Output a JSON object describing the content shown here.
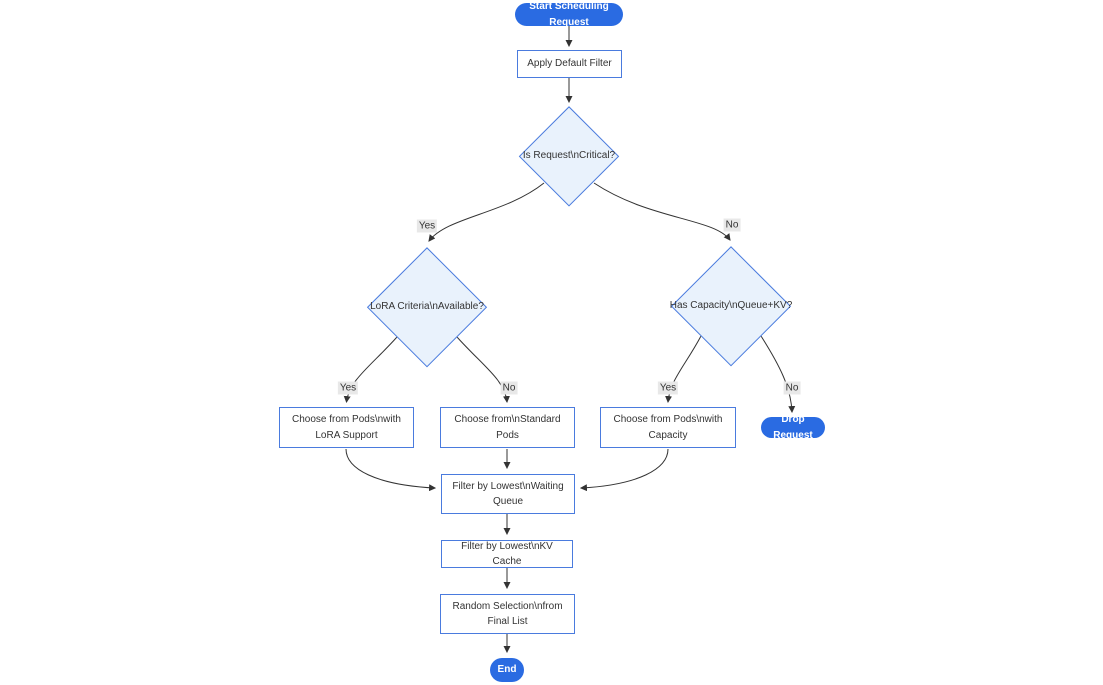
{
  "diagram": {
    "type": "flowchart",
    "direction": "top-down",
    "colors": {
      "terminal_fill": "#2A6BE2",
      "terminal_text": "#ffffff",
      "process_fill": "#ffffff",
      "process_border": "#4A7BDE",
      "decision_fill": "#E9F2FC",
      "decision_border": "#4A7BDE",
      "edge": "#333333",
      "edge_label_bg": "#e8e8e8",
      "text": "#333333",
      "background": "#ffffff"
    },
    "nodes": {
      "start": {
        "label": "Start Scheduling Request",
        "shape": "stadium"
      },
      "apply_default_filter": {
        "label": "Apply Default Filter",
        "shape": "process"
      },
      "is_critical": {
        "label": "Is Request\\nCritical?",
        "shape": "decision"
      },
      "lora_criteria": {
        "label": "LoRA Criteria\\nAvailable?",
        "shape": "decision"
      },
      "has_capacity": {
        "label": "Has Capacity\\nQueue+KV?",
        "shape": "decision"
      },
      "choose_lora_pods": {
        "label": "Choose from Pods\\nwith LoRA Support",
        "shape": "process"
      },
      "choose_standard_pods": {
        "label": "Choose from\\nStandard Pods",
        "shape": "process"
      },
      "choose_capacity_pods": {
        "label": "Choose from Pods\\nwith Capacity",
        "shape": "process"
      },
      "drop_request": {
        "label": "Drop Request",
        "shape": "stadium"
      },
      "filter_waiting_queue": {
        "label": "Filter by Lowest\\nWaiting Queue",
        "shape": "process"
      },
      "filter_kv_cache": {
        "label": "Filter by Lowest\\nKV Cache",
        "shape": "process"
      },
      "random_selection": {
        "label": "Random Selection\\nfrom Final List",
        "shape": "process"
      },
      "end": {
        "label": "End",
        "shape": "stadium"
      }
    },
    "edges": [
      {
        "from": "start",
        "to": "apply_default_filter",
        "label": ""
      },
      {
        "from": "apply_default_filter",
        "to": "is_critical",
        "label": ""
      },
      {
        "from": "is_critical",
        "to": "lora_criteria",
        "label": "Yes"
      },
      {
        "from": "is_critical",
        "to": "has_capacity",
        "label": "No"
      },
      {
        "from": "lora_criteria",
        "to": "choose_lora_pods",
        "label": "Yes"
      },
      {
        "from": "lora_criteria",
        "to": "choose_standard_pods",
        "label": "No"
      },
      {
        "from": "has_capacity",
        "to": "choose_capacity_pods",
        "label": "Yes"
      },
      {
        "from": "has_capacity",
        "to": "drop_request",
        "label": "No"
      },
      {
        "from": "choose_lora_pods",
        "to": "filter_waiting_queue",
        "label": ""
      },
      {
        "from": "choose_standard_pods",
        "to": "filter_waiting_queue",
        "label": ""
      },
      {
        "from": "choose_capacity_pods",
        "to": "filter_waiting_queue",
        "label": ""
      },
      {
        "from": "filter_waiting_queue",
        "to": "filter_kv_cache",
        "label": ""
      },
      {
        "from": "filter_kv_cache",
        "to": "random_selection",
        "label": ""
      },
      {
        "from": "random_selection",
        "to": "end",
        "label": ""
      }
    ]
  }
}
